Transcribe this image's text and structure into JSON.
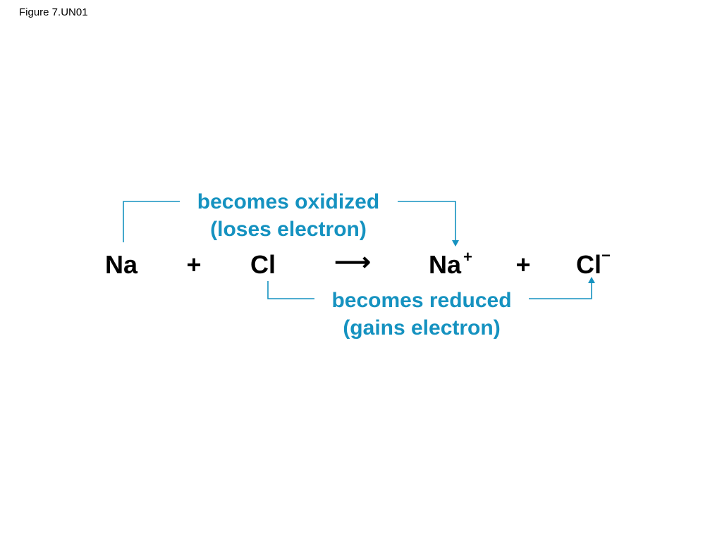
{
  "figure_label": "Figure 7.UN01",
  "colors": {
    "text": "#000000",
    "accent": "#1592c0"
  },
  "equation": {
    "reactant_1": "Na",
    "plus_1": "+",
    "reactant_2": "Cl",
    "arrow": "⟶",
    "product_1": "Na",
    "product_1_charge": "+",
    "plus_2": "+",
    "product_2": "Cl",
    "product_2_charge": "−"
  },
  "oxidation": {
    "line_1": "becomes oxidized",
    "line_2": "(loses electron)"
  },
  "reduction": {
    "line_1": "becomes reduced",
    "line_2": "(gains electron)"
  }
}
